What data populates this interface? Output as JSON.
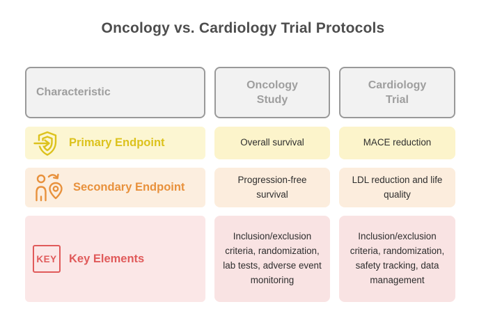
{
  "title": "Oncology vs. Cardiology Trial Protocols",
  "header": {
    "characteristic": {
      "label": "Characteristic"
    },
    "oncology": {
      "lines": [
        "Oncology",
        "Study"
      ]
    },
    "cardiology": {
      "lines": [
        "Cardiology",
        "Trial"
      ]
    }
  },
  "rows": [
    {
      "label": "Primary Endpoint",
      "icon": "shield-arrow-icon",
      "oncology": "Overall survival",
      "cardiology": "MACE reduction",
      "accent_color": "#DCC21D",
      "label_bg": "#FCF6D2",
      "cell_bg": "#FCF4CB"
    },
    {
      "label": "Secondary Endpoint",
      "icon": "person-location-icon",
      "oncology": "Progression-free survival",
      "cardiology": "LDL reduction and life quality",
      "accent_color": "#E8913C",
      "label_bg": "#FCEEDF",
      "cell_bg": "#FCEDDD"
    },
    {
      "label": "Key Elements",
      "icon": "key-icon",
      "icon_text": "KEY",
      "oncology": "Inclusion/exclusion criteria, randomization, lab tests, adverse event monitoring",
      "cardiology": "Inclusion/exclusion criteria, randomization, safety tracking, data management",
      "accent_color": "#E05A5A",
      "label_bg": "#FBE7E7",
      "cell_bg": "#F9E3E3"
    }
  ],
  "colors": {
    "background": "#FFFFFF",
    "title_text": "#4D4D4D",
    "header_bg": "#F2F2F2",
    "header_border": "#999999",
    "header_text": "#9E9E9E",
    "cell_text": "#2D2D2D"
  }
}
